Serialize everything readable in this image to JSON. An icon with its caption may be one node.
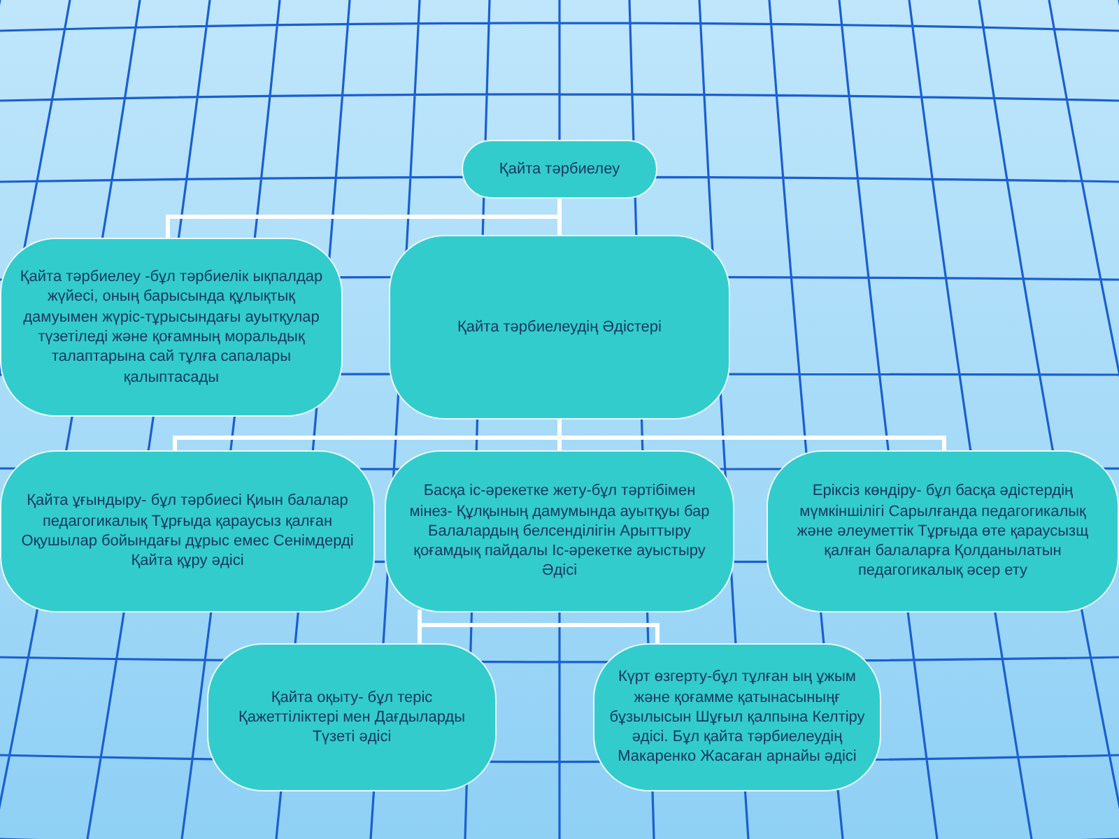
{
  "diagram": {
    "nodes": [
      {
        "text": [
          "Қайта тәрбиелеу"
        ]
      },
      {
        "text": [
          "Қайта тәрбиелеу -бұл тәрбиелік ықпалдар жүйесі, оның барысында құлықтық дамуымен жүріс-тұрысындағы ауытқулар түзетіледі және қоғамның моральдық талаптарына сай тұлға сапалары қалыптасады"
        ]
      },
      {
        "text": [
          "Қайта тәрбиелеудің Әдістері"
        ]
      },
      {
        "text": [
          "Қайта ұғындыру- бұл тәрбиесі Қиын балалар педагогикалық Тұрғыда қараусыз қалған Оқушылар бойындағы дұрыс емес Сенімдерді Қайта құру әдісі"
        ]
      },
      {
        "text": [
          "Басқа іс-әрекетке жету-бұл тәртібімен мінез- Құлқының дамумында ауытқуы бар Балалардың белсенділігін Арыттыру қоғамдық пайдалы Іс-әрекетке ауыстыру Әдісі"
        ]
      },
      {
        "text": [
          "Еріксіз көндіру- бұл басқа әдістердің мүмкіншілігі Сарылғанда педагогикалық және әлеуметтік Тұрғыда өте қараусызщ қалған балаларға Қолданылатын педагогикалық әсер ету"
        ]
      },
      {
        "text": [
          "Қайта оқыту- бұл теріс Қажеттіліктері мен Дағдыларды Түзеті әдісі"
        ]
      },
      {
        "text": [
          "Күрт өзгерту-бұл тұлған ың ұжым және қоғамме қатынасыныңғ бұзылысын Шұғыл қалпына Келтіру әдісі. Бұл қайта тәрбиелеудің Макаренко Жасаған арнайы әдісі"
        ]
      }
    ],
    "edges": [
      {
        "from": 0,
        "to": 1,
        "arrow": "none"
      },
      {
        "from": 0,
        "to": 2,
        "arrow": "none"
      },
      {
        "from": 2,
        "to": 3,
        "arrow": "none"
      },
      {
        "from": 2,
        "to": 4,
        "arrow": "none"
      },
      {
        "from": 2,
        "to": 5,
        "arrow": "none"
      },
      {
        "from": 4,
        "to": 6,
        "arrow": "none"
      },
      {
        "from": 4,
        "to": 7,
        "arrow": "none"
      }
    ]
  }
}
